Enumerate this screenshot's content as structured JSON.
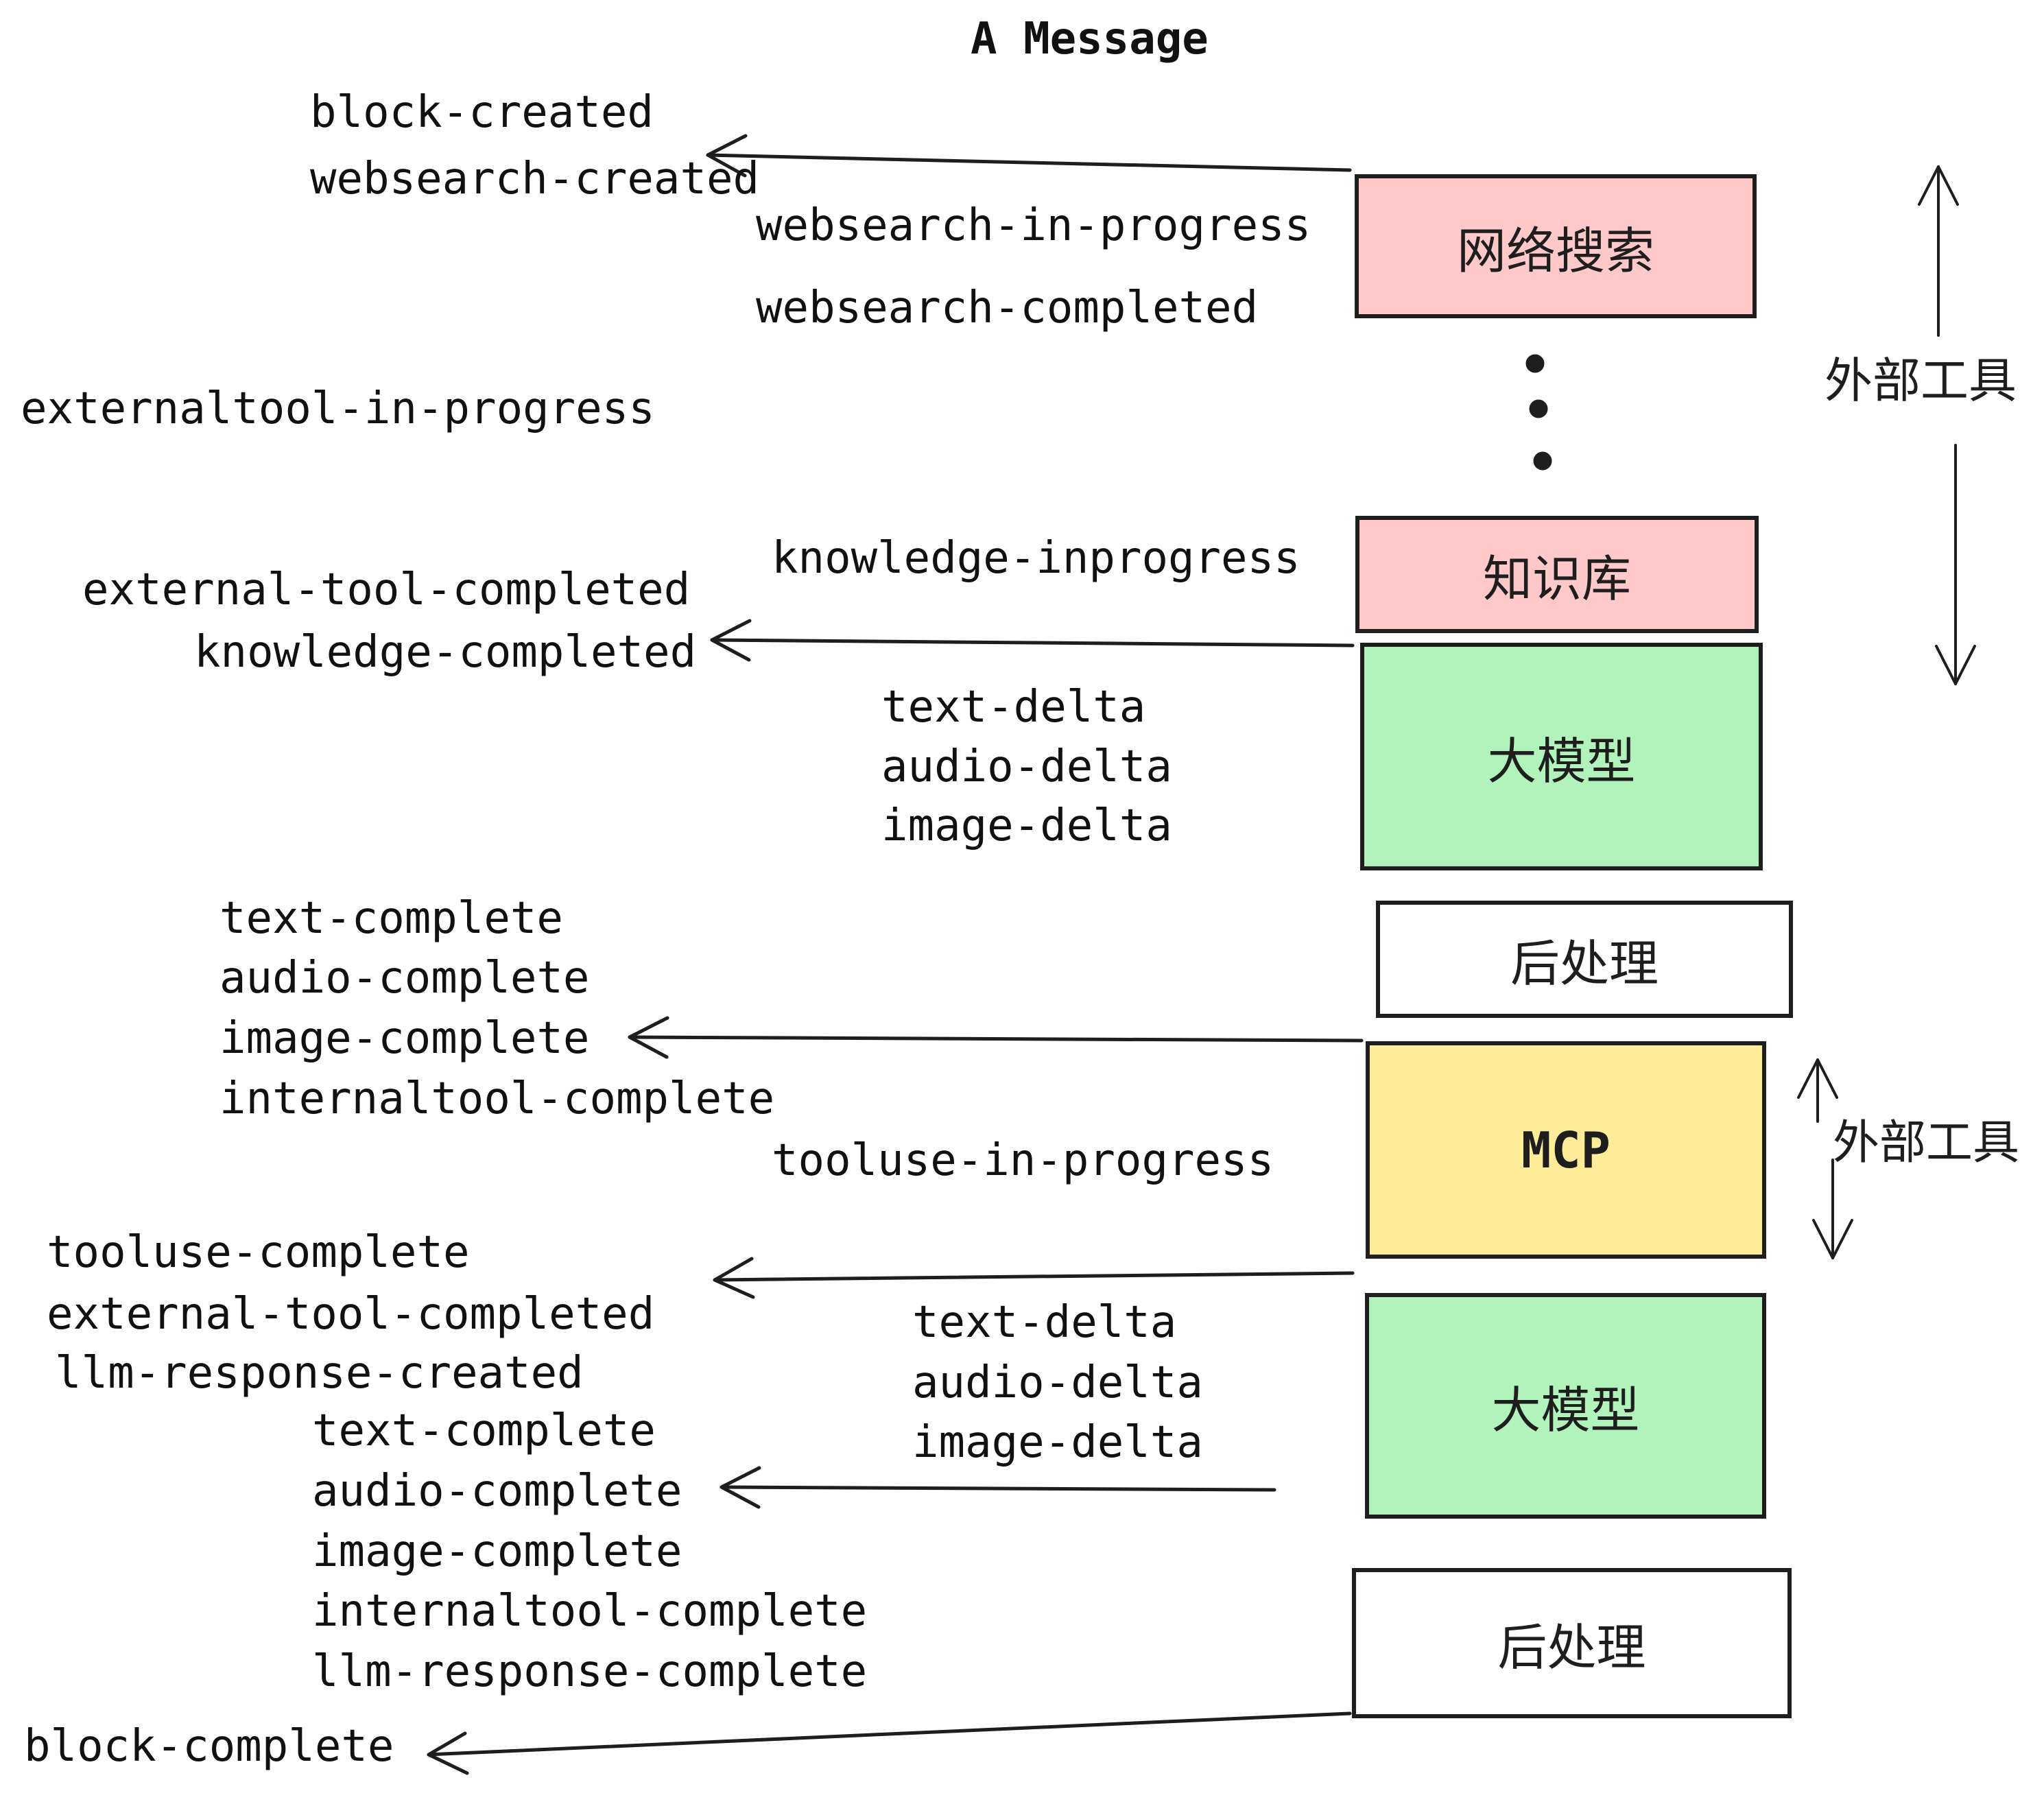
{
  "title": "A Message",
  "colors": {
    "box_pink": "#ffc9c9",
    "box_green": "#b2f2bb",
    "box_yellow": "#ffec99",
    "box_white": "#ffffff",
    "stroke": "#1e1e1e",
    "text": "#111111"
  },
  "nodes": [
    {
      "label": "网络搜索"
    },
    {
      "label": "知识库"
    },
    {
      "label": "大模型"
    },
    {
      "label": "后处理"
    },
    {
      "label": "MCP"
    },
    {
      "label": "大模型"
    },
    {
      "label": "后处理"
    }
  ],
  "annotations": [
    {
      "label": "外部工具"
    },
    {
      "label": "外部工具"
    }
  ],
  "events": [
    {
      "label": "block-created"
    },
    {
      "label": "websearch-created"
    },
    {
      "label": "websearch-in-progress"
    },
    {
      "label": "websearch-completed"
    },
    {
      "label": "externaltool-in-progress"
    },
    {
      "label": "knowledge-inprogress"
    },
    {
      "label": "external-tool-completed"
    },
    {
      "label": "knowledge-completed"
    },
    {
      "label": "text-delta"
    },
    {
      "label": "audio-delta"
    },
    {
      "label": "image-delta"
    },
    {
      "label": "text-complete"
    },
    {
      "label": "audio-complete"
    },
    {
      "label": "image-complete"
    },
    {
      "label": "internaltool-complete"
    },
    {
      "label": "tooluse-in-progress"
    },
    {
      "label": "tooluse-complete"
    },
    {
      "label": "external-tool-completed"
    },
    {
      "label": "llm-response-created"
    },
    {
      "label": "text-complete"
    },
    {
      "label": "audio-complete"
    },
    {
      "label": "image-complete"
    },
    {
      "label": "internaltool-complete"
    },
    {
      "label": "llm-response-complete"
    },
    {
      "label": "text-delta"
    },
    {
      "label": "audio-delta"
    },
    {
      "label": "image-delta"
    },
    {
      "label": "block-complete"
    }
  ]
}
